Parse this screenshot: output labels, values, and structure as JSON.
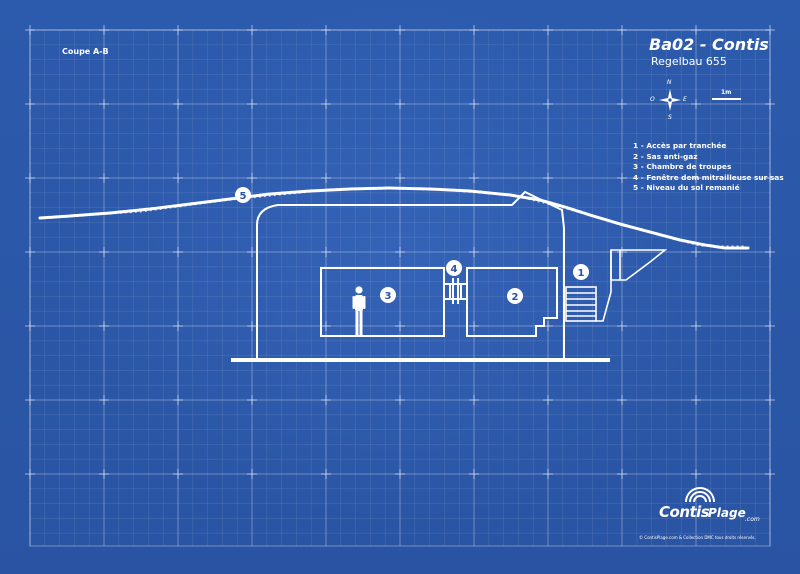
{
  "section_label": "Coupe A-B",
  "title": "Ba02 - Contis",
  "subtitle": "Regelbau 655",
  "compass": {
    "n": "N",
    "s": "S",
    "e": "E",
    "o": "O"
  },
  "scale_label": "1m",
  "legend": [
    "1 - Accès par tranchée",
    "2 - Sas anti-gaz",
    "3 - Chambre de troupes",
    "4 - Fenêtre dem mitrailleuse sur sas",
    "5 - Niveau du sol remanié"
  ],
  "markers": [
    "1",
    "2",
    "3",
    "4",
    "5"
  ],
  "logo": {
    "part1": "Contis",
    "part2": "Plage",
    "tld": ".com"
  },
  "copyright": "© ContisPlage.com & Collection DMC tous droits réservés.",
  "colors": {
    "background": "#2a55a6",
    "line": "#ffffff"
  }
}
